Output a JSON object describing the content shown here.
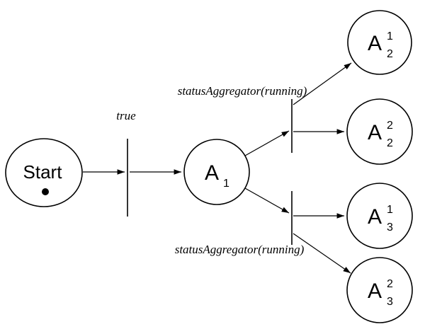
{
  "diagram": {
    "colors": {
      "stroke": "#000000",
      "background": "#ffffff"
    },
    "nodes": {
      "start": {
        "label": "Start"
      },
      "a1": {
        "main": "A",
        "sub": "1"
      },
      "a2_1": {
        "main": "A",
        "sup": "1",
        "sub": "2"
      },
      "a2_2": {
        "main": "A",
        "sup": "2",
        "sub": "2"
      },
      "a3_1": {
        "main": "A",
        "sup": "1",
        "sub": "3"
      },
      "a3_2": {
        "main": "A",
        "sup": "2",
        "sub": "3"
      }
    },
    "transitions": {
      "t_true": {
        "label": "true"
      },
      "t_upper": {
        "label": "statusAggregator(running)"
      },
      "t_lower": {
        "label": "statusAggregator(running)"
      }
    }
  }
}
